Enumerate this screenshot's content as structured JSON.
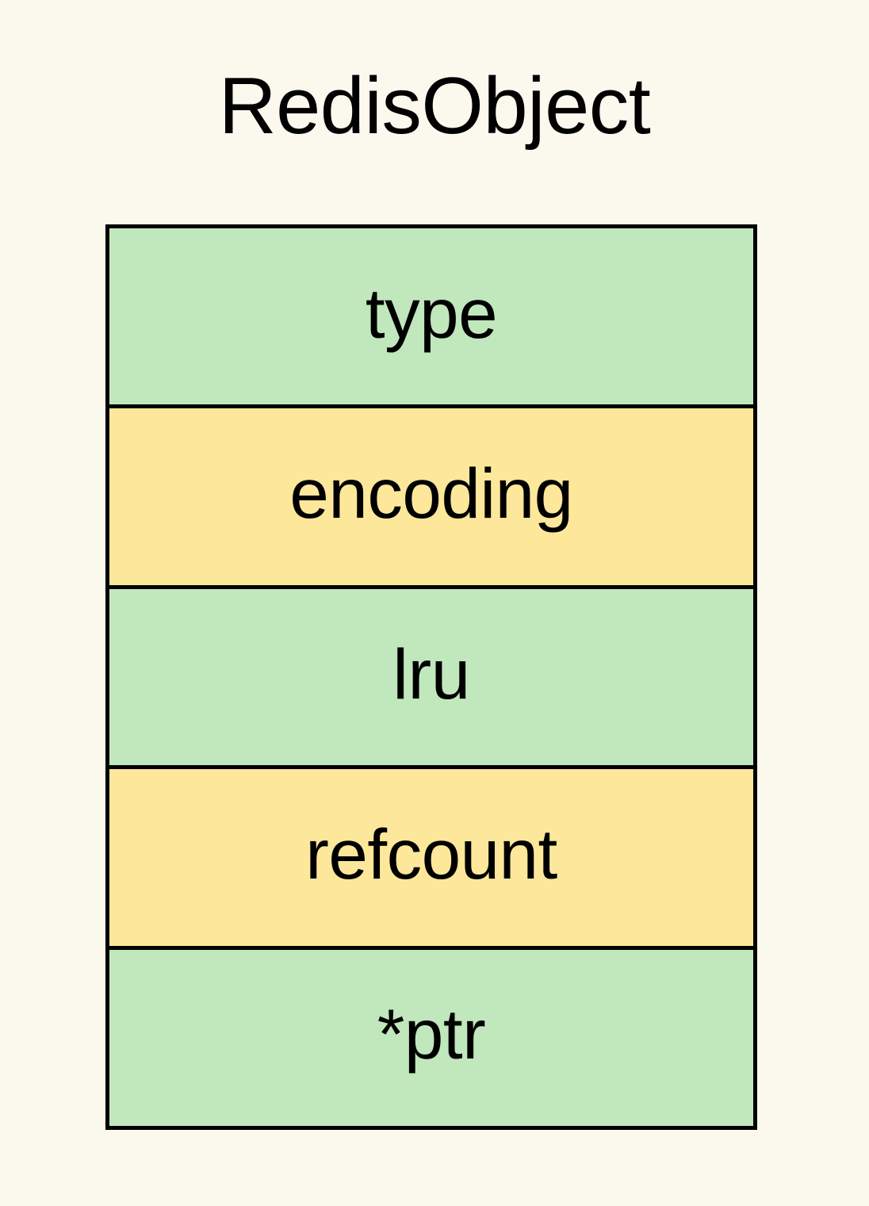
{
  "diagram": {
    "title": "RedisObject",
    "type": "struct-layout",
    "background_color": "#fbf9ee",
    "border_color": "#000000",
    "text_color": "#000000",
    "palette": {
      "green": "#c1e7bc",
      "yellow": "#fde79b"
    },
    "fields": [
      {
        "label": "type",
        "fill": "green"
      },
      {
        "label": "encoding",
        "fill": "yellow"
      },
      {
        "label": "lru",
        "fill": "green"
      },
      {
        "label": "refcount",
        "fill": "yellow"
      },
      {
        "label": "*ptr",
        "fill": "green"
      }
    ]
  }
}
